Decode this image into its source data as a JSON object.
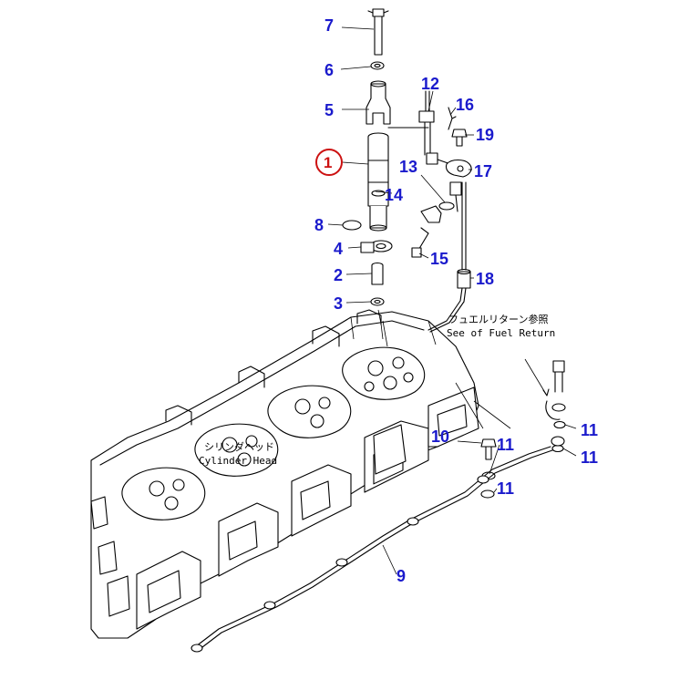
{
  "diagram": {
    "callouts": {
      "c1": "1",
      "c2": "2",
      "c3": "3",
      "c4": "4",
      "c5": "5",
      "c6": "6",
      "c7": "7",
      "c8": "8",
      "c9": "9",
      "c10": "10",
      "c11a": "11",
      "c11b": "11",
      "c11c": "11",
      "c11d": "11",
      "c12": "12",
      "c13": "13",
      "c14": "14",
      "c15": "15",
      "c16": "16",
      "c17": "17",
      "c18": "18",
      "c19": "19"
    },
    "notes": {
      "fuel_return_jp": "フュエルリターン参照",
      "fuel_return_en": "See of Fuel Return",
      "cylinder_head_jp": "シリンダヘッド",
      "cylinder_head_en": "Cylinder Head"
    },
    "colors": {
      "callout": "#1a1acc",
      "highlight": "#cc1111",
      "line": "#000000"
    }
  }
}
